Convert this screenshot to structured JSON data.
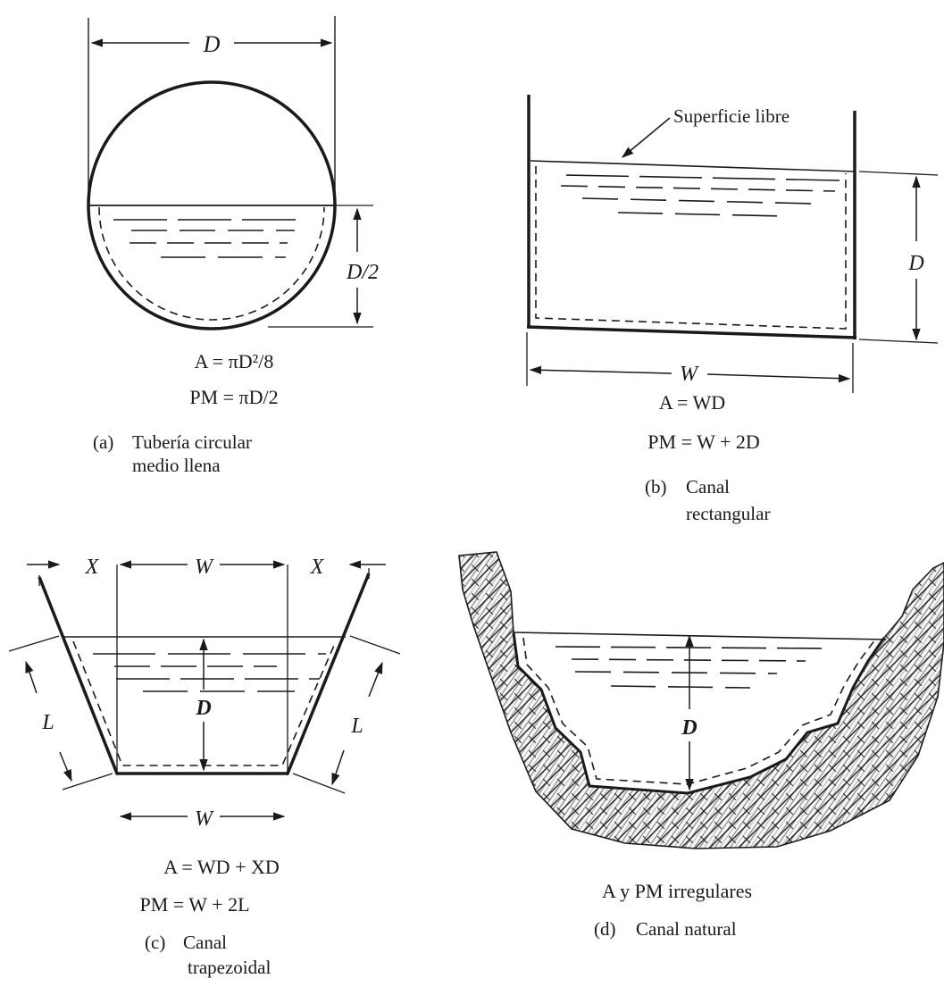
{
  "panel_a": {
    "dimension_width": "D",
    "dimension_depth": "D/2",
    "area_formula": "A = πD²/8",
    "perimeter_formula": "PM = πD/2",
    "caption_tag": "(a)",
    "caption_line1": "Tubería circular",
    "caption_line2": "medio llena"
  },
  "panel_b": {
    "surface_label": "Superficie libre",
    "dimension_depth": "D",
    "dimension_width": "W",
    "area_formula": "A = WD",
    "perimeter_formula": "PM = W + 2D",
    "caption_tag": "(b)",
    "caption_line1": "Canal",
    "caption_line2": "rectangular"
  },
  "panel_c": {
    "dimension_x_left": "X",
    "dimension_w_top": "W",
    "dimension_x_right": "X",
    "dimension_l_left": "L",
    "dimension_l_right": "L",
    "dimension_depth": "D",
    "dimension_w_bottom": "W",
    "area_formula": "A = WD + XD",
    "perimeter_formula": "PM = W + 2L",
    "caption_tag": "(c)",
    "caption_line1": "Canal",
    "caption_line2": "trapezoidal"
  },
  "panel_d": {
    "dimension_depth": "D",
    "formula_note": "A y PM irregulares",
    "caption_tag": "(d)",
    "caption_line1": "Canal natural"
  }
}
